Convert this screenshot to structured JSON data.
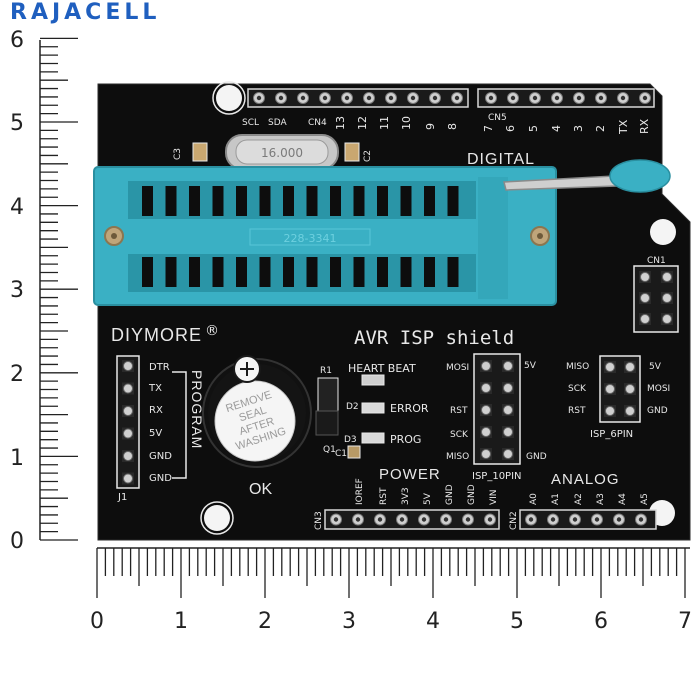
{
  "watermark": "RAJACELL",
  "ruler": {
    "x_labels": [
      "0",
      "1",
      "2",
      "3",
      "4",
      "5",
      "6",
      "7"
    ],
    "y_labels": [
      "0",
      "1",
      "2",
      "3",
      "4",
      "5",
      "6"
    ]
  },
  "board": {
    "title": "AVR ISP shield",
    "brand": "DIYMORE",
    "brand_mark": "®",
    "digital_label": "DIGITAL",
    "analog_label": "ANALOG",
    "power_label": "POWER",
    "program_label": "PROGRAM",
    "ok_label": "OK",
    "zif_text": "228-3341",
    "crystal_text": "16.000",
    "buzzer_sticker": [
      "REMOVE",
      "SEAL",
      "AFTER",
      "WASHING"
    ],
    "top_left_header_labels": [
      "SCL",
      "SDA",
      "CN4",
      "13",
      "12",
      "11",
      "10",
      "9",
      "8"
    ],
    "top_right_header_labels": [
      "CN5",
      "7",
      "6",
      "5",
      "4",
      "3",
      "2",
      "TX",
      "RX"
    ],
    "program_pins": [
      "DTR",
      "TX",
      "RX",
      "5V",
      "GND",
      "GND"
    ],
    "j1_label": "J1",
    "leds": [
      {
        "ref": "R1",
        "label": "HEART BEAT"
      },
      {
        "ref": "D2",
        "label": "ERROR"
      },
      {
        "ref": "D3",
        "label": "PROG"
      }
    ],
    "c1_label": "C1",
    "q1_label": "Q1",
    "c2_label": "C2",
    "c3_label": "C3",
    "cn1_label": "CN1",
    "isp10": {
      "name": "ISP_10PIN",
      "left_labels": [
        "MOSI",
        "RST",
        "SCK",
        "MISO"
      ],
      "right_labels": [
        "5V",
        "GND"
      ]
    },
    "isp6": {
      "name": "ISP_6PIN",
      "left_labels": [
        "MISO",
        "SCK",
        "RST"
      ],
      "right_labels": [
        "5V",
        "MOSI",
        "GND"
      ]
    },
    "power_pins": [
      "IOREF",
      "RST",
      "3V3",
      "5V",
      "GND",
      "GND",
      "VIN"
    ],
    "cn3_label": "CN3",
    "cn2_label": "CN2",
    "analog_pins": [
      "A0",
      "A1",
      "A2",
      "A3",
      "A4",
      "A5"
    ]
  },
  "colors": {
    "pcb": "#0d0d0d",
    "silkscreen": "#e8e8e8",
    "zif_socket": "#3ab0c4",
    "ruler_ink": "#222222"
  }
}
